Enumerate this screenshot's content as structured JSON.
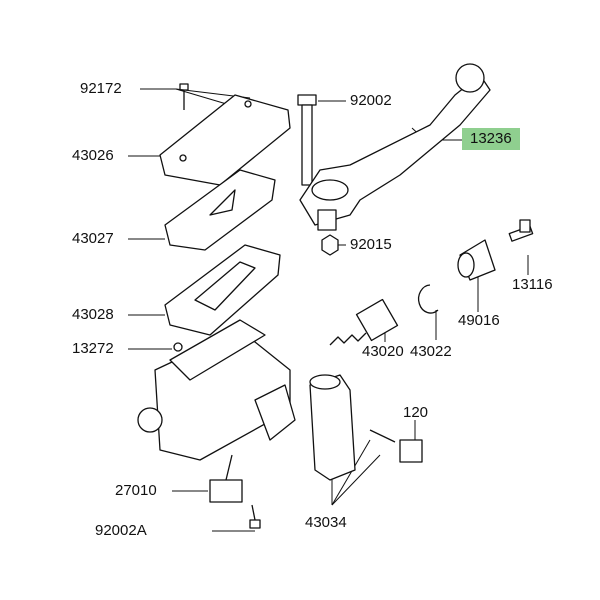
{
  "diagram": {
    "highlight_color": "#8fcf8f",
    "parts": [
      {
        "id": "p92172",
        "number": "92172"
      },
      {
        "id": "p92002",
        "number": "92002"
      },
      {
        "id": "p13236",
        "number": "13236",
        "highlighted": true
      },
      {
        "id": "p43026",
        "number": "43026"
      },
      {
        "id": "p43027",
        "number": "43027"
      },
      {
        "id": "p92015",
        "number": "92015"
      },
      {
        "id": "p13116",
        "number": "13116"
      },
      {
        "id": "p49016",
        "number": "49016"
      },
      {
        "id": "p43028",
        "number": "43028"
      },
      {
        "id": "p43022",
        "number": "43022"
      },
      {
        "id": "p13272",
        "number": "13272"
      },
      {
        "id": "p43020",
        "number": "43020"
      },
      {
        "id": "p120",
        "number": "120"
      },
      {
        "id": "p27010",
        "number": "27010"
      },
      {
        "id": "p92002A",
        "number": "92002A"
      },
      {
        "id": "p43034",
        "number": "43034"
      }
    ]
  }
}
